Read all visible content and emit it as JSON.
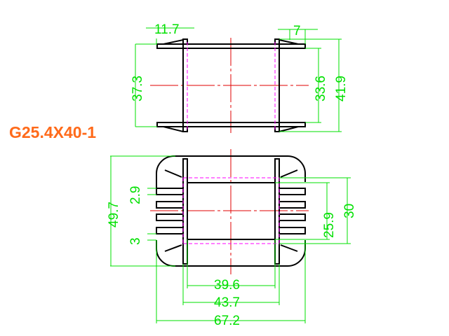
{
  "title": "G25.4X40-1",
  "top_view": {
    "dims": {
      "pin_offset": "11.7",
      "flange_width": "7",
      "outer_height": "37.3",
      "inner_height": "33.6",
      "total_height": "41.9"
    }
  },
  "bottom_view": {
    "dims": {
      "total_height": "49.7",
      "pin_pitch": "2.9",
      "pin_gap": "3",
      "window_height": "25.9",
      "flange_height": "30",
      "inner_width": "39.6",
      "mid_width": "43.7",
      "total_width": "67.2"
    }
  },
  "colors": {
    "title": "#ff6a1a",
    "dimension": "#00e000",
    "centerline": "#e00000",
    "hidden": "#ff00ff"
  }
}
